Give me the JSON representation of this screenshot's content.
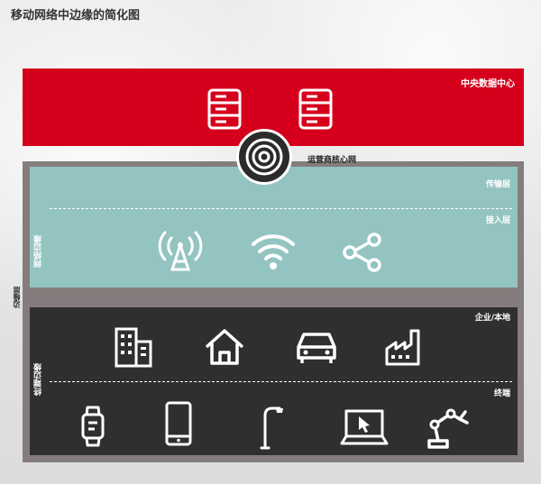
{
  "title": "移动网络中边缘的简化图",
  "data_center": {
    "label": "中央数据中心",
    "icons": [
      "server-icon",
      "server-icon"
    ]
  },
  "core": {
    "label": "运营商核心网",
    "icon": "concentric-circles-icon"
  },
  "edge_layer_label": "边缘层",
  "network_edge": {
    "label": "网络边缘",
    "transport_label": "传输层",
    "access_label": "接入层",
    "icons": [
      "radio-tower-icon",
      "wifi-icon",
      "share-network-icon"
    ]
  },
  "terminal_edge": {
    "label": "终端边缘",
    "enterprise_label": "企业/本地",
    "enterprise_icons": [
      "office-building-icon",
      "house-icon",
      "car-icon",
      "factory-icon"
    ],
    "terminal_label": "终端",
    "terminal_icons": [
      "smartwatch-icon",
      "smartphone-icon",
      "street-lamp-icon",
      "laptop-icon",
      "robot-arm-icon"
    ]
  },
  "colors": {
    "red": "#d6001c",
    "teal": "#93c4c2",
    "dark": "#2f2f2f",
    "gray_frame": "#857d7d"
  }
}
